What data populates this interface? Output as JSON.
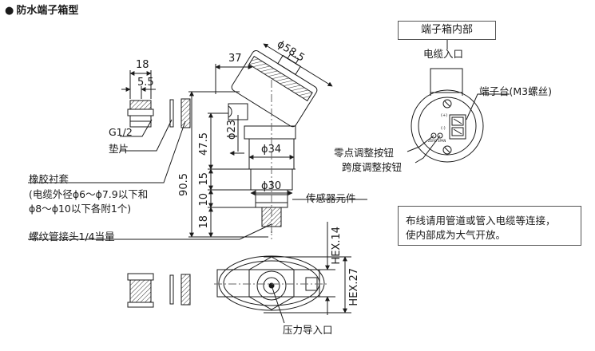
{
  "title": "防水端子箱型",
  "title_bullet": "●",
  "dims": {
    "d18": "18",
    "d5_5": "5.5",
    "d37": "37",
    "d58_5": "ϕ58.5",
    "d23": "ϕ23",
    "d47_5": "47.5",
    "d90_5": "90.5",
    "d34": "ϕ34",
    "d30": "ϕ30",
    "d15": "15",
    "d10": "10",
    "d18b": "18",
    "hex14": "HEX.14",
    "hex27": "HEX.27"
  },
  "labels": {
    "g12": "G1/2",
    "gasket": "垫片",
    "rubber": "橡胶衬套",
    "cable_line1": "(电缆外径ϕ6～ϕ7.9以下和",
    "cable_line2": "ϕ8～ϕ10以下各附1个)",
    "sensor": "传感器元件",
    "thread": "螺纹管接头1/4当量",
    "pressure": "压力导入口",
    "internal": "端子箱内部",
    "cable_entry": "电缆入口",
    "terminal": "端子台(M3螺丝)",
    "zero": "零点调整按钮",
    "span": "跨度调整按钮",
    "note_line1": "布线请用管道或管入电缆等连接，",
    "note_line2": "使内部成为大气开放。",
    "pin_plus": "(+)",
    "pin_minus": "(-)",
    "pot_zero": "ZERO",
    "pot_span": "SPAN"
  }
}
